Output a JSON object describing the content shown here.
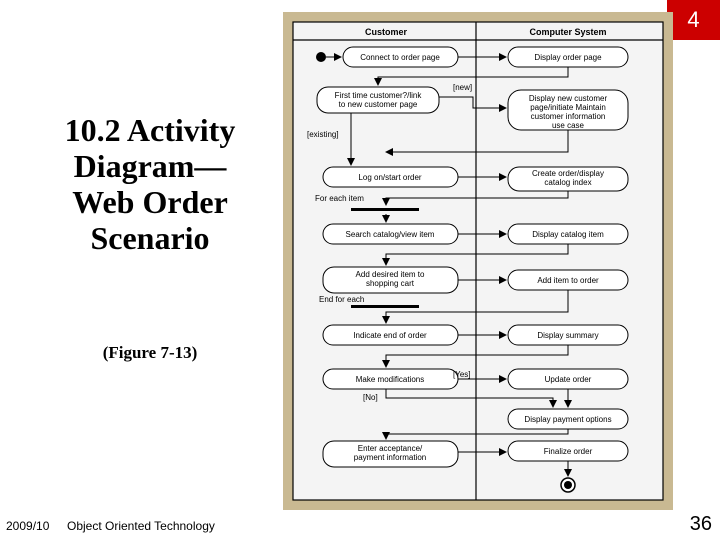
{
  "slide": {
    "number_badge": "4",
    "title": "10.2 Activity Diagram—Web Order Scenario",
    "figure_ref": "(Figure 7-13)",
    "footer_date": "2009/10",
    "footer_course": "Object Oriented Technology",
    "page_number": "36"
  },
  "diagram": {
    "swimlanes": [
      "Customer",
      "Computer System"
    ],
    "customer_activities": [
      "Connect to order page",
      "First time customer?/link to new customer page",
      "Log on/start order",
      "Search catalog/view item",
      "Add desired item to shopping cart",
      "Indicate end of order",
      "Make modifications",
      "Enter acceptance/ payment information"
    ],
    "system_activities": [
      "Display order page",
      "Display new customer page/initiate Maintain customer information use case",
      "Create order/display catalog index",
      "Display catalog item",
      "Add item to order",
      "Display summary",
      "Update order",
      "Display payment options",
      "Finalize order"
    ],
    "guards": [
      "[new]",
      "[existing]",
      "For each item",
      "End for each",
      "[Yes]",
      "[No]"
    ],
    "colors": {
      "frame": "#c9b992",
      "inner": "#f4f4f4",
      "text": "#000000"
    }
  }
}
